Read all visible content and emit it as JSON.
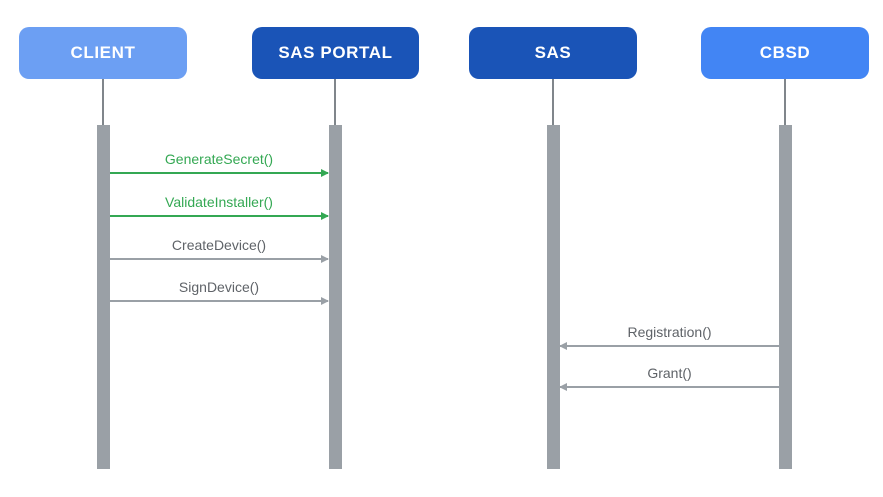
{
  "diagram": {
    "type": "sequence-diagram",
    "actors": [
      {
        "id": "client",
        "label": "CLIENT",
        "color": "#6c9ff3"
      },
      {
        "id": "sas-portal",
        "label": "SAS PORTAL",
        "color": "#1a54b7"
      },
      {
        "id": "sas",
        "label": "SAS",
        "color": "#1a54b7"
      },
      {
        "id": "cbsd",
        "label": "CBSD",
        "color": "#4285f4"
      }
    ],
    "messages": [
      {
        "label": "GenerateSecret()",
        "from": "CLIENT",
        "to": "SAS PORTAL",
        "direction": "right",
        "line_color": "#34a853",
        "text_color": "#34a853"
      },
      {
        "label": "ValidateInstaller()",
        "from": "CLIENT",
        "to": "SAS PORTAL",
        "direction": "right",
        "line_color": "#34a853",
        "text_color": "#34a853"
      },
      {
        "label": "CreateDevice()",
        "from": "CLIENT",
        "to": "SAS PORTAL",
        "direction": "right",
        "line_color": "#9aa0a6",
        "text_color": "#5f6368"
      },
      {
        "label": "SignDevice()",
        "from": "CLIENT",
        "to": "SAS PORTAL",
        "direction": "right",
        "line_color": "#9aa0a6",
        "text_color": "#5f6368"
      },
      {
        "label": "Registration()",
        "from": "CBSD",
        "to": "SAS",
        "direction": "left",
        "line_color": "#9aa0a6",
        "text_color": "#5f6368"
      },
      {
        "label": "Grant()",
        "from": "CBSD",
        "to": "SAS",
        "direction": "left",
        "line_color": "#9aa0a6",
        "text_color": "#5f6368"
      }
    ],
    "colors": {
      "activation_bar": "#9aa0a6",
      "lifeline": "#80868b",
      "background": "#ffffff",
      "actor_text": "#ffffff",
      "green_accent": "#34a853",
      "gray_arrow": "#9aa0a6",
      "gray_text": "#5f6368"
    }
  }
}
